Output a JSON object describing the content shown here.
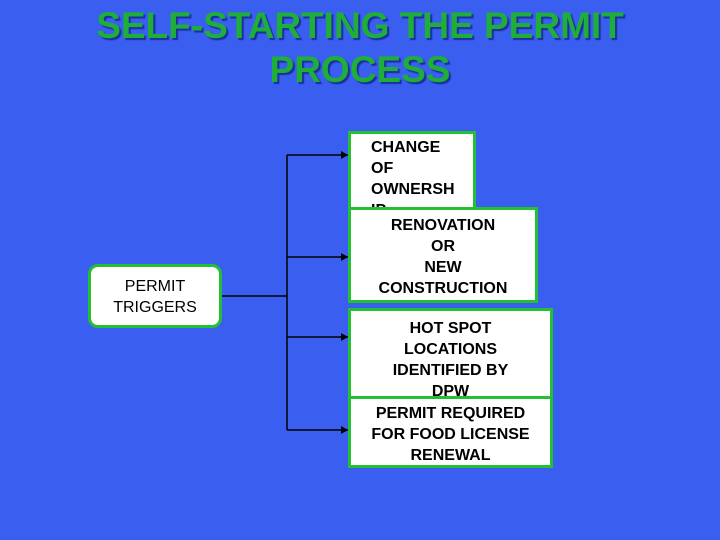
{
  "title": {
    "line1": "SELF-STARTING THE PERMIT",
    "line2": "PROCESS"
  },
  "root": {
    "line1": "PERMIT",
    "line2": "TRIGGERS"
  },
  "branches": [
    {
      "lines": [
        "CHANGE",
        "OF",
        "OWNERSH",
        "IP"
      ]
    },
    {
      "lines": [
        "RENOVATION",
        "OR",
        "NEW",
        "CONSTRUCTION"
      ]
    },
    {
      "lines": [
        "HOT SPOT",
        "LOCATIONS",
        "IDENTIFIED BY",
        "DPW"
      ]
    },
    {
      "lines": [
        "PERMIT REQUIRED",
        "FOR FOOD LICENSE",
        "RENEWAL"
      ]
    }
  ],
  "colors": {
    "background": "#3a5ef0",
    "title": "#1fae3a",
    "box_border": "#22c032",
    "connector": "#000000"
  }
}
